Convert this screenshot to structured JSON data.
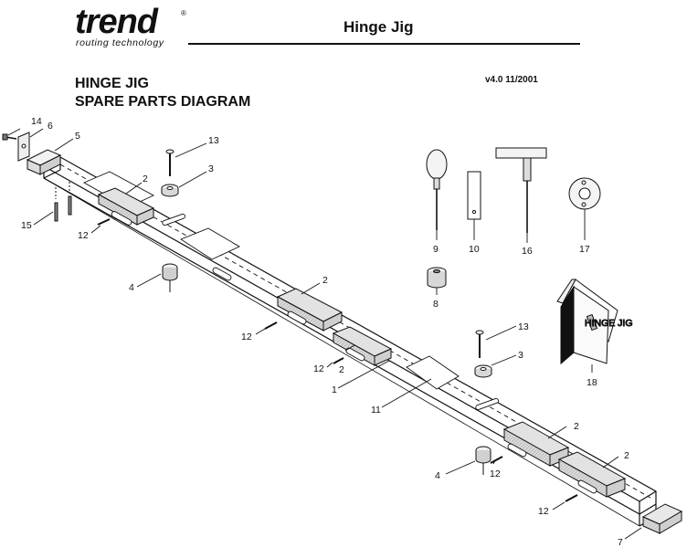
{
  "header": {
    "brand": "trend",
    "registered_mark": "®",
    "tagline": "routing technology",
    "doc_title": "Hinge Jig"
  },
  "title": {
    "line1": "HINGE JIG",
    "line2": "SPARE PARTS DIAGRAM"
  },
  "version": "v4.0 11/2001",
  "booklet_text": "HINGE JIG",
  "callouts": [
    {
      "id": "c14",
      "label": "14"
    },
    {
      "id": "c6",
      "label": "6"
    },
    {
      "id": "c5",
      "label": "5"
    },
    {
      "id": "c15",
      "label": "15"
    },
    {
      "id": "c12a",
      "label": "12"
    },
    {
      "id": "c2a",
      "label": "2"
    },
    {
      "id": "c13a",
      "label": "13"
    },
    {
      "id": "c3a",
      "label": "3"
    },
    {
      "id": "c4a",
      "label": "4"
    },
    {
      "id": "c2b",
      "label": "2"
    },
    {
      "id": "c12b",
      "label": "12"
    },
    {
      "id": "c12c",
      "label": "12"
    },
    {
      "id": "c2c",
      "label": "2"
    },
    {
      "id": "c1",
      "label": "1"
    },
    {
      "id": "c11",
      "label": "11"
    },
    {
      "id": "c9",
      "label": "9"
    },
    {
      "id": "c10",
      "label": "10"
    },
    {
      "id": "c16",
      "label": "16"
    },
    {
      "id": "c17",
      "label": "17"
    },
    {
      "id": "c8",
      "label": "8"
    },
    {
      "id": "c18",
      "label": "18"
    },
    {
      "id": "c13b",
      "label": "13"
    },
    {
      "id": "c3b",
      "label": "3"
    },
    {
      "id": "c2d",
      "label": "2"
    },
    {
      "id": "c2e",
      "label": "2"
    },
    {
      "id": "c4b",
      "label": "4"
    },
    {
      "id": "c12d",
      "label": "12"
    },
    {
      "id": "c12e",
      "label": "12"
    },
    {
      "id": "c7",
      "label": "7"
    }
  ]
}
